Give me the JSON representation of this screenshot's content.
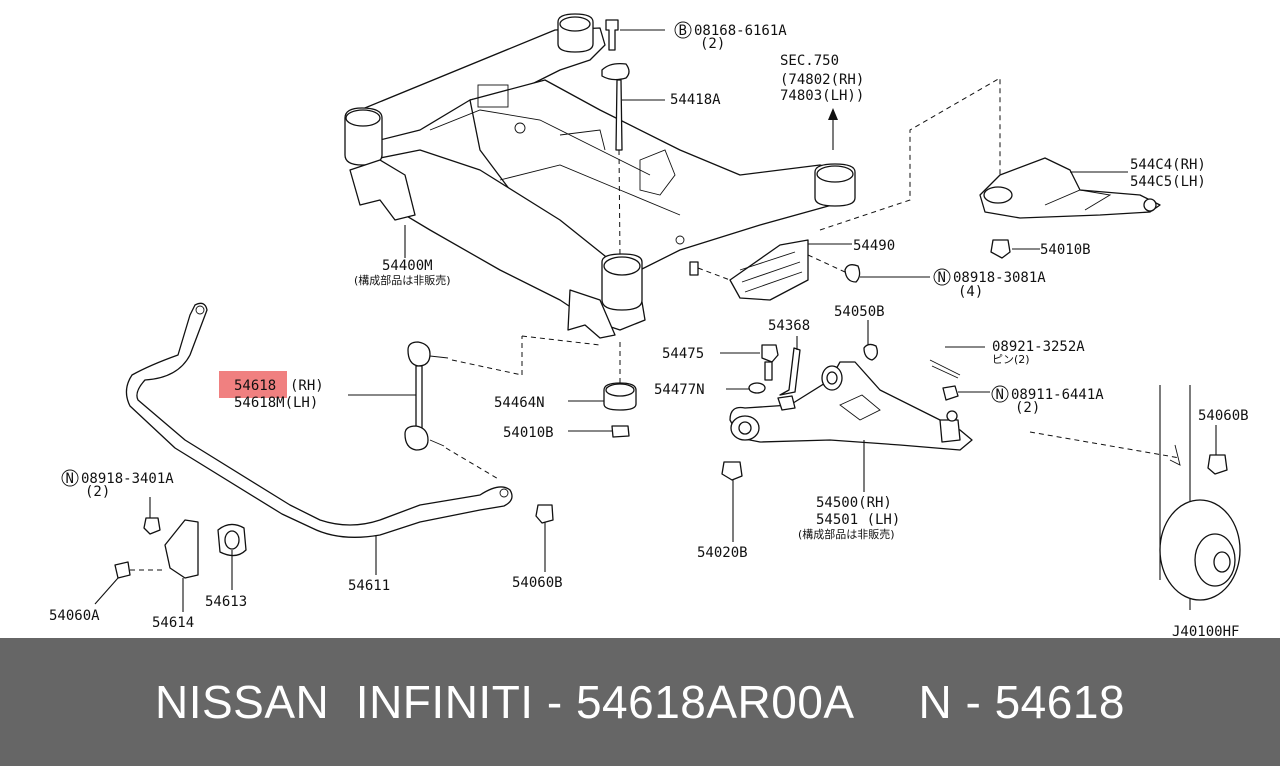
{
  "diagram": {
    "drawing_code": "J40100HF",
    "labels": {
      "bolt_08168": "08168-6161A",
      "bolt_08168_qty": "(2)",
      "part_54418A": "54418A",
      "sec_ref": "SEC.750",
      "sec_rh": "(74802(RH)",
      "sec_lh": " 74803(LH))",
      "part_544C4": "544C4(RH)",
      "part_544C5": "544C5(LH)",
      "part_54010B_top": "54010B",
      "part_54490": "54490",
      "nut_08918_3081A": "08918-3081A",
      "nut_08918_3081A_qty": "(4)",
      "part_54400M": "54400M",
      "not_sold_1": "(構成部品は非販売)",
      "part_54050B": "54050B",
      "part_54368": "54368",
      "pin_08921": "08921-3252A",
      "pin_08921_sub": "ピン(2)",
      "part_54475": "54475",
      "part_54477N": "54477N",
      "nut_08911": "08911-6441A",
      "nut_08911_qty": "(2)",
      "part_54618_hl": "54618",
      "part_54618_rh": " (RH)",
      "part_54618M": "54618M(LH)",
      "part_54464N": "54464N",
      "part_54010B_mid": "54010B",
      "part_54060B_right": "54060B",
      "nut_08918_3401A": "08918-3401A",
      "nut_08918_3401A_qty": "(2)",
      "part_54500": "54500(RH)",
      "part_54501": "54501 (LH)",
      "not_sold_2": "(構成部品は非販売)",
      "part_54020B": "54020B",
      "part_54060A": "54060A",
      "part_54614": "54614",
      "part_54613": "54613",
      "part_54611": "54611",
      "part_54060B_bottom": "54060B",
      "circle_B": "B",
      "circle_N": "N"
    },
    "highlight_color": "#f08080"
  },
  "footer": {
    "text": "NISSAN  INFINITI - 54618AR00A     N - 54618"
  }
}
